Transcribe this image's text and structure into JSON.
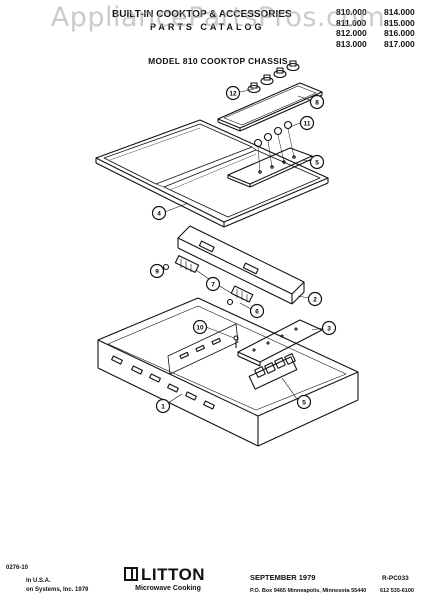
{
  "watermark": "AppliancePartsPros.com",
  "header": {
    "title": "BUILT-IN COOKTOP & ACCESSORIES",
    "subtitle": "PARTS CATALOG",
    "models": [
      "810.000",
      "814.000",
      "811.000",
      "815.000",
      "812.000",
      "816.000",
      "813.000",
      "817.000"
    ]
  },
  "sheet_title": "MODEL 810 COOKTOP CHASSIS",
  "callouts": [
    "12",
    "8",
    "11",
    "5",
    "4",
    "9",
    "7",
    "2",
    "6",
    "3",
    "10",
    "5",
    "1"
  ],
  "footer": {
    "catalog_code": "0276-10",
    "printed": "In U.S.A.",
    "copyright": "on Systems, Inc. 1979",
    "brand": "LITTON",
    "tagline": "Microwave Cooking",
    "date": "SEPTEMBER 1979",
    "code": "R-PC033",
    "address": "P.O. Box 9465  Minneapolis, Minnesota 55440",
    "phone": "612  535-6100"
  }
}
